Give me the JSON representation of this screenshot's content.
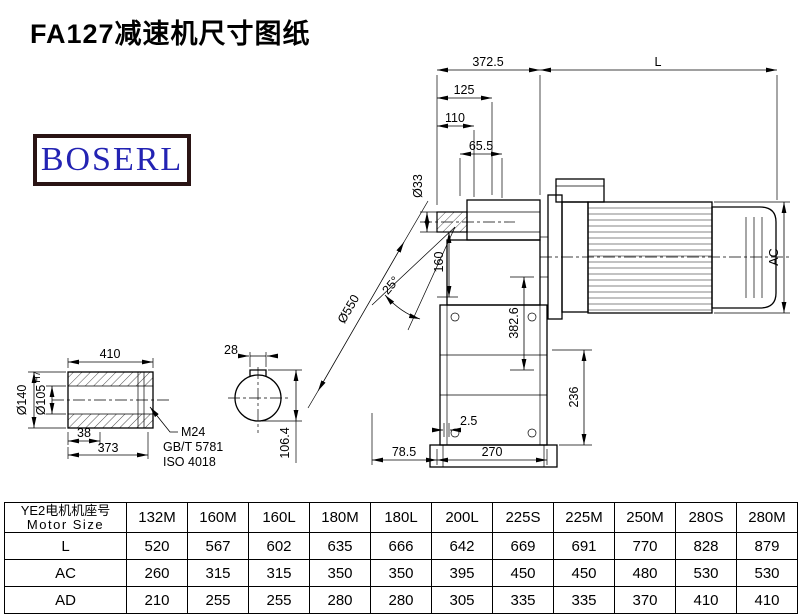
{
  "page": {
    "title": "FA127减速机尺寸图纸",
    "logo_text": "BOSERL"
  },
  "drawing": {
    "dims": {
      "w372_5": "372.5",
      "L": "L",
      "w125": "125",
      "w110": "110",
      "w65_5": "65.5",
      "dia33": "Ø33",
      "len160": "160",
      "ang25": "25°",
      "dia550": "Ø550",
      "h382_6": "382.6",
      "AC": "AC",
      "h236": "236",
      "off2_5": "2.5",
      "w78_5": "78.5",
      "w270": "270",
      "len410": "410",
      "dia140": "Ø140",
      "dia105": "Ø105",
      "dia105_tol": "H7",
      "w38": "38",
      "len373": "373",
      "key28": "28",
      "h106_4": "106.4",
      "thread": "M24",
      "std_gb": "GB/T 5781",
      "std_iso": "ISO 4018"
    }
  },
  "table": {
    "header_cn": "YE2电机机座号",
    "header_en": "Motor Size",
    "columns": [
      "132M",
      "160M",
      "160L",
      "180M",
      "180L",
      "200L",
      "225S",
      "225M",
      "250M",
      "280S",
      "280M"
    ],
    "rows": [
      {
        "label": "L",
        "values": [
          520,
          567,
          602,
          635,
          666,
          642,
          669,
          691,
          770,
          828,
          879
        ]
      },
      {
        "label": "AC",
        "values": [
          260,
          315,
          315,
          350,
          350,
          395,
          450,
          450,
          480,
          530,
          530
        ]
      },
      {
        "label": "AD",
        "values": [
          210,
          255,
          255,
          280,
          280,
          305,
          335,
          335,
          370,
          410,
          410
        ]
      }
    ]
  }
}
